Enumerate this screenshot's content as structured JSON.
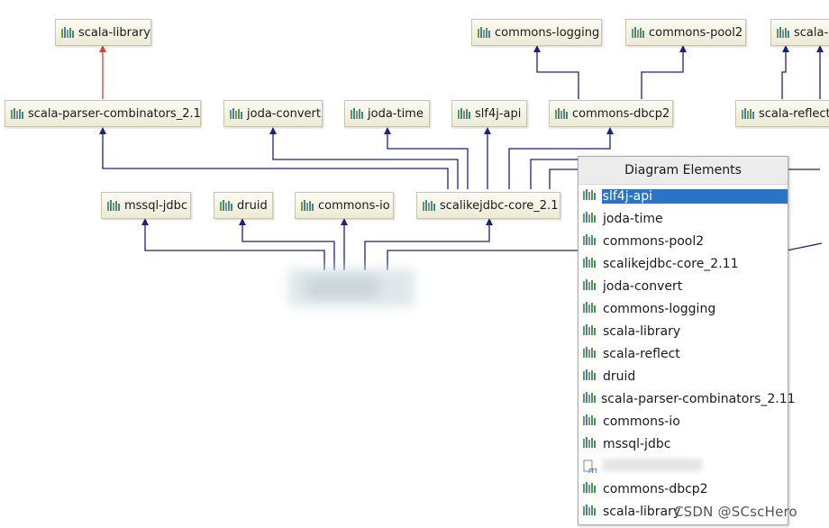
{
  "popup": {
    "title": "Diagram Elements",
    "items": [
      {
        "label": "slf4j-api",
        "selected": true,
        "icon": "library-icon"
      },
      {
        "label": "joda-time",
        "icon": "library-icon"
      },
      {
        "label": "commons-pool2",
        "icon": "library-icon"
      },
      {
        "label": "scalikejdbc-core_2.11",
        "icon": "library-icon"
      },
      {
        "label": "joda-convert",
        "icon": "library-icon"
      },
      {
        "label": "commons-logging",
        "icon": "library-icon"
      },
      {
        "label": "scala-library",
        "icon": "library-icon"
      },
      {
        "label": "scala-reflect",
        "icon": "library-icon"
      },
      {
        "label": "druid",
        "icon": "library-icon"
      },
      {
        "label": "scala-parser-combinators_2.11",
        "icon": "library-icon"
      },
      {
        "label": "commons-io",
        "icon": "library-icon"
      },
      {
        "label": "mssql-jdbc",
        "icon": "library-icon"
      },
      {
        "label": "",
        "icon": "maven-module-icon",
        "blurred": true
      },
      {
        "label": "commons-dbcp2",
        "icon": "library-icon"
      },
      {
        "label": "scala-library",
        "icon": "library-icon"
      }
    ]
  },
  "nodes": {
    "scala_library_top": "scala-library",
    "commons_logging": "commons-logging",
    "commons_pool2": "commons-pool2",
    "scala_cut": "scala-",
    "scala_parser": "scala-parser-combinators_2.11",
    "joda_convert": "joda-convert",
    "joda_time": "joda-time",
    "slf4j_api": "slf4j-api",
    "commons_dbcp2": "commons-dbcp2",
    "scala_reflect": "scala-reflect",
    "mssql_jdbc": "mssql-jdbc",
    "druid": "druid",
    "commons_io": "commons-io",
    "scalikejdbc_core": "scalikejdbc-core_2.11"
  },
  "watermark": "CSDN @SCscHero",
  "colors": {
    "edge": "#1a237e",
    "edge_scala": "#e53935",
    "selection": "#2a74c8"
  }
}
